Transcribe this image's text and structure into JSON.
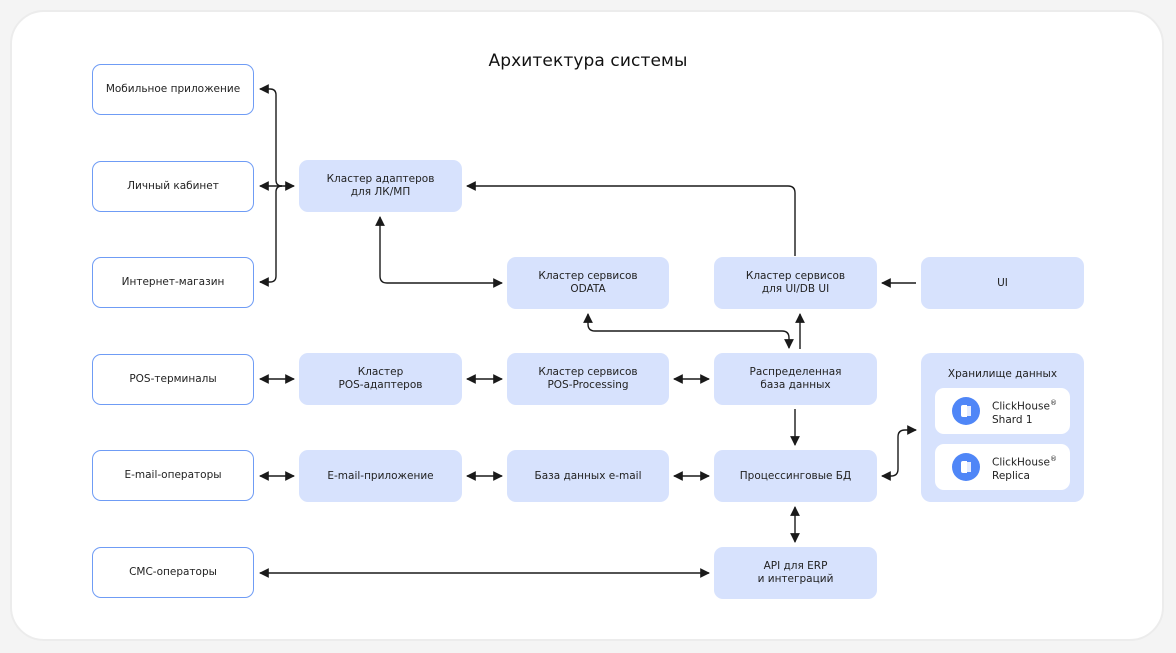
{
  "title": "Архитектура системы",
  "external": {
    "mobile_app": "Мобильное приложение",
    "personal_account": "Личный кабинет",
    "online_store": "Интернет-магазин",
    "pos_terminals": "POS-терминалы",
    "email_operators": "E-mail-операторы",
    "sms_operators": "СМС-операторы"
  },
  "internal": {
    "adapters_cluster": "Кластер адаптеров\nдля ЛК/МП",
    "odata_cluster": "Кластер сервисов\nODATA",
    "ui_db_cluster": "Кластер сервисов\nдля UI/DB UI",
    "ui": "UI",
    "pos_adapters": "Кластер\nPOS-адаптеров",
    "pos_processing": "Кластер сервисов\nPOS-Processing",
    "distributed_db": "Распределенная\nбаза данных",
    "email_app": "E-mail-приложение",
    "email_db": "База данных e-mail",
    "processing_db": "Процессинговые БД",
    "erp_api": "API для ERP\nи интеграций"
  },
  "storage": {
    "title": "Хранилище данных",
    "items": [
      {
        "name": "ClickHouse",
        "mark": "®",
        "sub": "Shard 1",
        "icon": "clickhouse-icon"
      },
      {
        "name": "ClickHouse",
        "mark": "®",
        "sub": "Replica",
        "icon": "clickhouse-icon"
      }
    ]
  },
  "colors": {
    "external_border": "#6f9cf5",
    "internal_fill": "#d7e2fd",
    "icon_blue": "#4f86f7",
    "wire": "#1a1a1a"
  }
}
